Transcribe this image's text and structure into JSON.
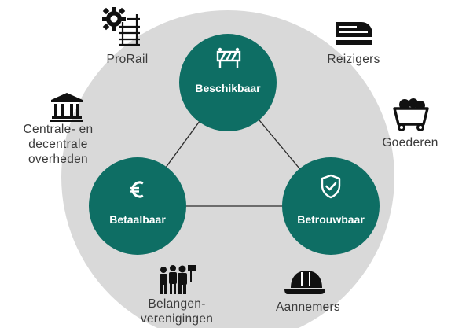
{
  "colors": {
    "outer_circle": "#d9d9d9",
    "node_fill": "#0e6e64",
    "connector": "#2b2b2b",
    "stakeholder_text": "#3a3a3a",
    "icon": "#111111"
  },
  "nodes": {
    "top": {
      "label": "Beschikbaar",
      "icon": "barrier-icon"
    },
    "left": {
      "label": "Betaalbaar",
      "icon": "euro-icon"
    },
    "right": {
      "label": "Betrouwbaar",
      "icon": "shield-check-icon"
    }
  },
  "stakeholders": {
    "prorail": {
      "label": "ProRail",
      "icon": "gear-track-icon"
    },
    "reizigers": {
      "label": "Reizigers",
      "icon": "train-icon"
    },
    "overheden": {
      "lines": [
        "Centrale- en",
        "decentrale",
        "overheden"
      ],
      "icon": "government-building-icon"
    },
    "goederen": {
      "label": "Goederen",
      "icon": "mine-cart-icon"
    },
    "belangen": {
      "lines": [
        "Belangen-",
        "verenigingen"
      ],
      "icon": "group-people-icon"
    },
    "aannemers": {
      "label": "Aannemers",
      "icon": "hard-hat-icon"
    }
  }
}
